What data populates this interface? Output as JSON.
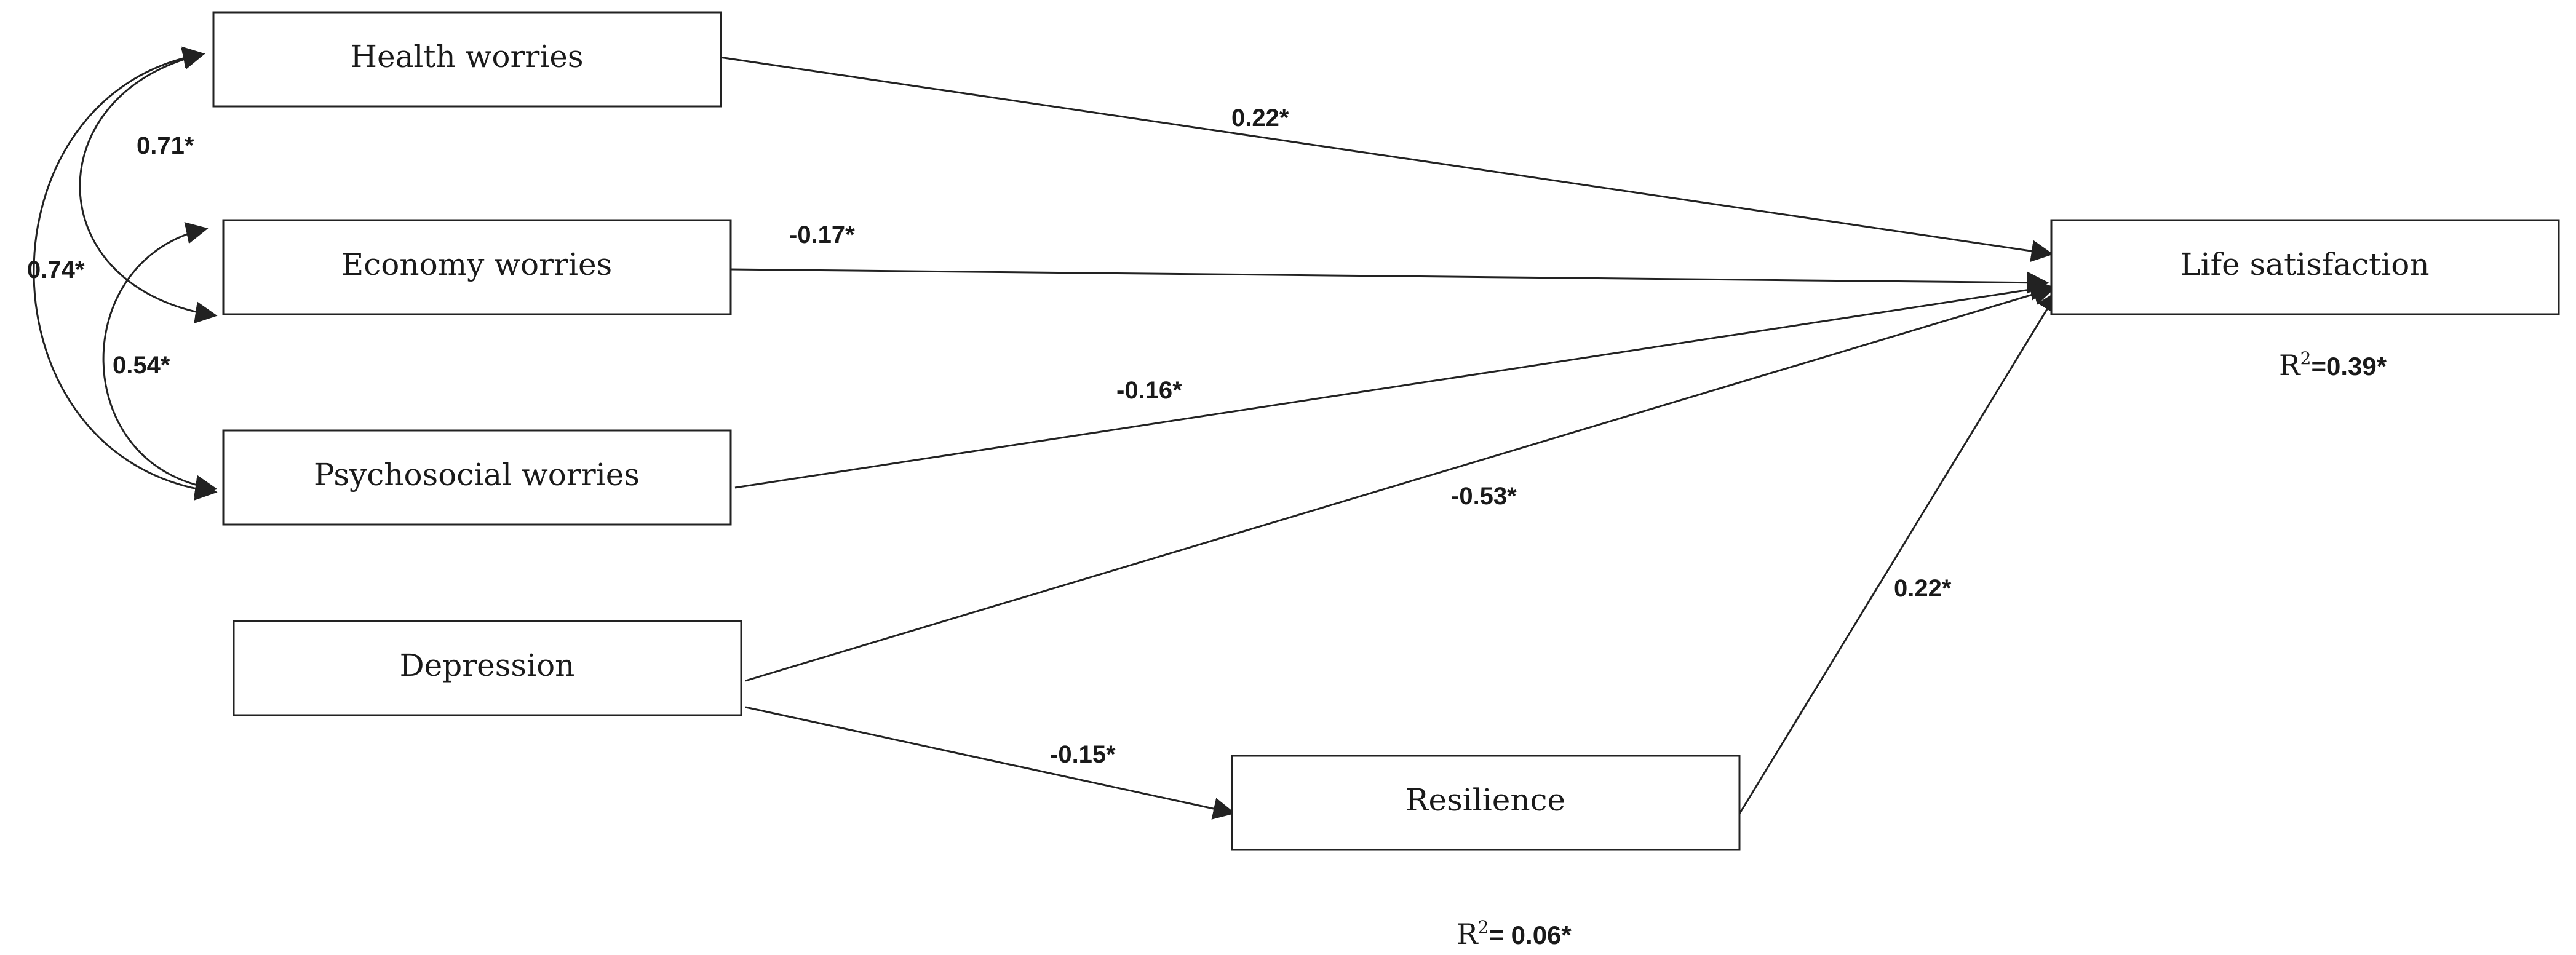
{
  "nodes": {
    "health_worries": "Health worries",
    "economy_worries": "Economy worries",
    "psychosocial_worries": "Psychosocial worries",
    "depression": "Depression",
    "resilience": "Resilience",
    "life_satisfaction": "Life satisfaction"
  },
  "paths": {
    "health_to_life": "0.22*",
    "economy_to_life": "-0.17*",
    "psychosocial_to_life": "-0.16*",
    "depression_to_life": "-0.53*",
    "depression_to_resilience": "-0.15*",
    "resilience_to_life": "0.22*"
  },
  "correlations": {
    "health_economy": "0.71*",
    "health_psychosocial": "0.74*",
    "economy_psychosocial": "0.54*"
  },
  "r_squared": {
    "label": "R",
    "superscript": "2",
    "life_satisfaction": "=0.39*",
    "resilience": "= 0.06*"
  },
  "colors": {
    "stroke": "#222222",
    "text": "#1a1a1a",
    "background": "#ffffff"
  }
}
